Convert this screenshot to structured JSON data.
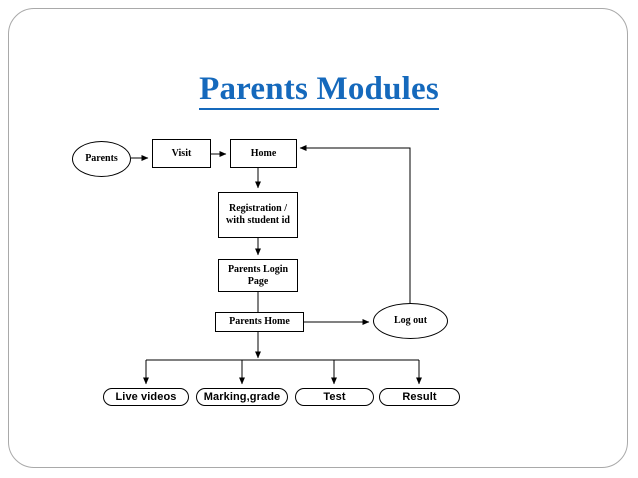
{
  "slide": {
    "title": "Parents Modules",
    "title_color": "#1569BC",
    "background": "#ffffff",
    "frame_border_color": "#a9a9a9"
  },
  "diagram": {
    "type": "flowchart",
    "nodes": [
      {
        "id": "parents",
        "label": "Parents",
        "shape": "ellipse"
      },
      {
        "id": "visit",
        "label": "Visit",
        "shape": "rect"
      },
      {
        "id": "home",
        "label": "Home",
        "shape": "rect"
      },
      {
        "id": "registration",
        "label_line1": "Registration /",
        "label_line2": "with student id",
        "shape": "rect"
      },
      {
        "id": "login",
        "label_line1": "Parents Login",
        "label_line2": "Page",
        "shape": "rect"
      },
      {
        "id": "parents_home",
        "label": "Parents Home",
        "shape": "rect"
      },
      {
        "id": "logout",
        "label": "Log out",
        "shape": "ellipse"
      },
      {
        "id": "live_videos",
        "label": "Live videos",
        "shape": "rounded-rect"
      },
      {
        "id": "marking",
        "label": "Marking,grade",
        "shape": "rounded-rect"
      },
      {
        "id": "test",
        "label": "Test",
        "shape": "rounded-rect"
      },
      {
        "id": "result",
        "label": "Result",
        "shape": "rounded-rect"
      }
    ],
    "edges": [
      {
        "from": "parents",
        "to": "visit"
      },
      {
        "from": "visit",
        "to": "home"
      },
      {
        "from": "home",
        "to": "registration"
      },
      {
        "from": "registration",
        "to": "login"
      },
      {
        "from": "login",
        "to": "parents_home"
      },
      {
        "from": "parents_home",
        "to": "logout"
      },
      {
        "from": "logout",
        "to": "home"
      },
      {
        "from": "parents_home",
        "to": "live_videos"
      },
      {
        "from": "parents_home",
        "to": "marking"
      },
      {
        "from": "parents_home",
        "to": "test"
      },
      {
        "from": "parents_home",
        "to": "result"
      }
    ]
  }
}
